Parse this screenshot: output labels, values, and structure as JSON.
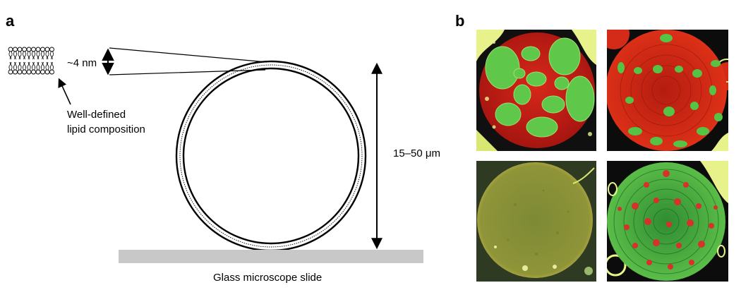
{
  "panel_a": {
    "letter": "a",
    "thickness_label": "~4 nm",
    "composition_label_line1": "Well-defined",
    "composition_label_line2": "lipid composition",
    "diameter_label": "15–50 μm",
    "slide_label": "Glass microscope slide"
  },
  "panel_b": {
    "letter": "b",
    "micrographs": [
      {
        "name": "vesicle-top-left",
        "background": "#0d0d0d",
        "sphere": "#c41f14",
        "domains": "#59c447"
      },
      {
        "name": "vesicle-top-right",
        "background": "#0d0d0d",
        "sphere": "#cf2412",
        "domains": "#4fbf3d"
      },
      {
        "name": "vesicle-bottom-left",
        "background": "#2f3a22",
        "sphere": "#8f9a37",
        "domains": "#b9a040"
      },
      {
        "name": "vesicle-bottom-right",
        "background": "#0d0d0d",
        "sphere": "#3fa63a",
        "domains": "#d6312a"
      }
    ]
  },
  "colors": {
    "slide": "#c8c8c8",
    "outline": "#000000",
    "highlight": "#e8f28a"
  }
}
